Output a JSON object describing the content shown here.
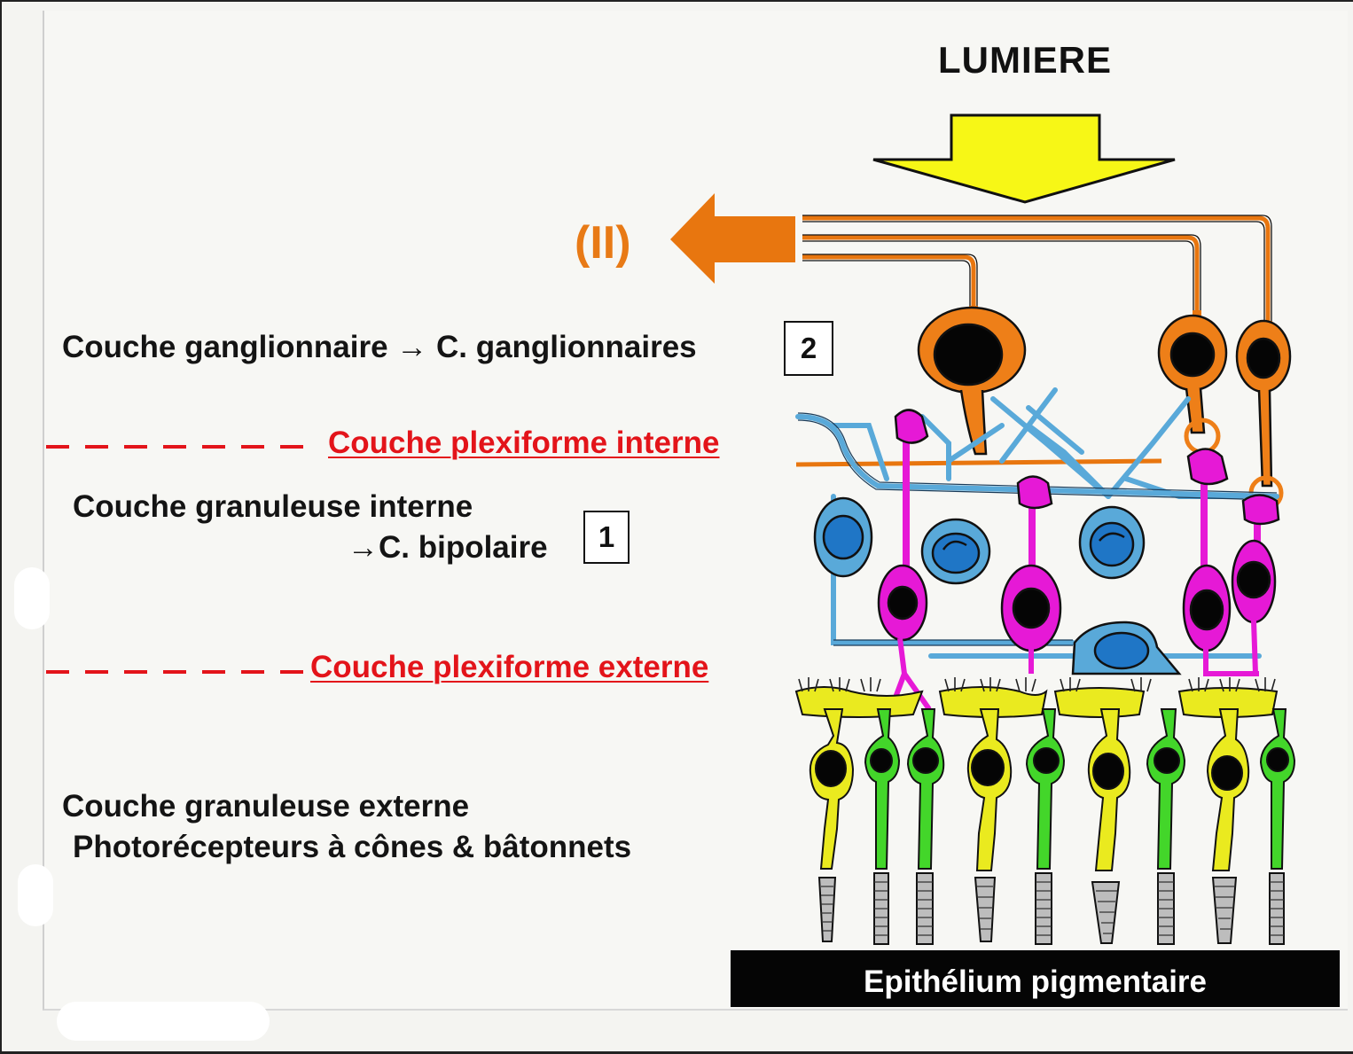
{
  "light_label": "LUMIERE",
  "optic_nerve_label": "(II)",
  "layers": {
    "ganglion": "Couche ganglionnaire → C. ganglionnaires",
    "ganglion_number": "2",
    "inner_plexiform": "Couche plexiforme interne",
    "inner_granular_line1": "Couche granuleuse interne",
    "inner_granular_line2": "→C. bipolaire",
    "bipolar_number": "1",
    "outer_plexiform": "Couche plexiforme externe",
    "outer_granular_line1": "Couche granuleuse externe",
    "outer_granular_line2": "Photorécepteurs à cônes & bâtonnets"
  },
  "epithelium_label": "Epithélium pigmentaire",
  "colors": {
    "light_arrow": "#f7f716",
    "nerve_arrow": "#e8760f",
    "ganglion_cells": "#ee7f18",
    "bipolar_cells": "#e619d6",
    "amacrine_horizontal_cells": "#59a9d9",
    "cone_cells": "#eaea1f",
    "rod_cells": "#43d62a",
    "layer_divider": "#e3141a"
  }
}
